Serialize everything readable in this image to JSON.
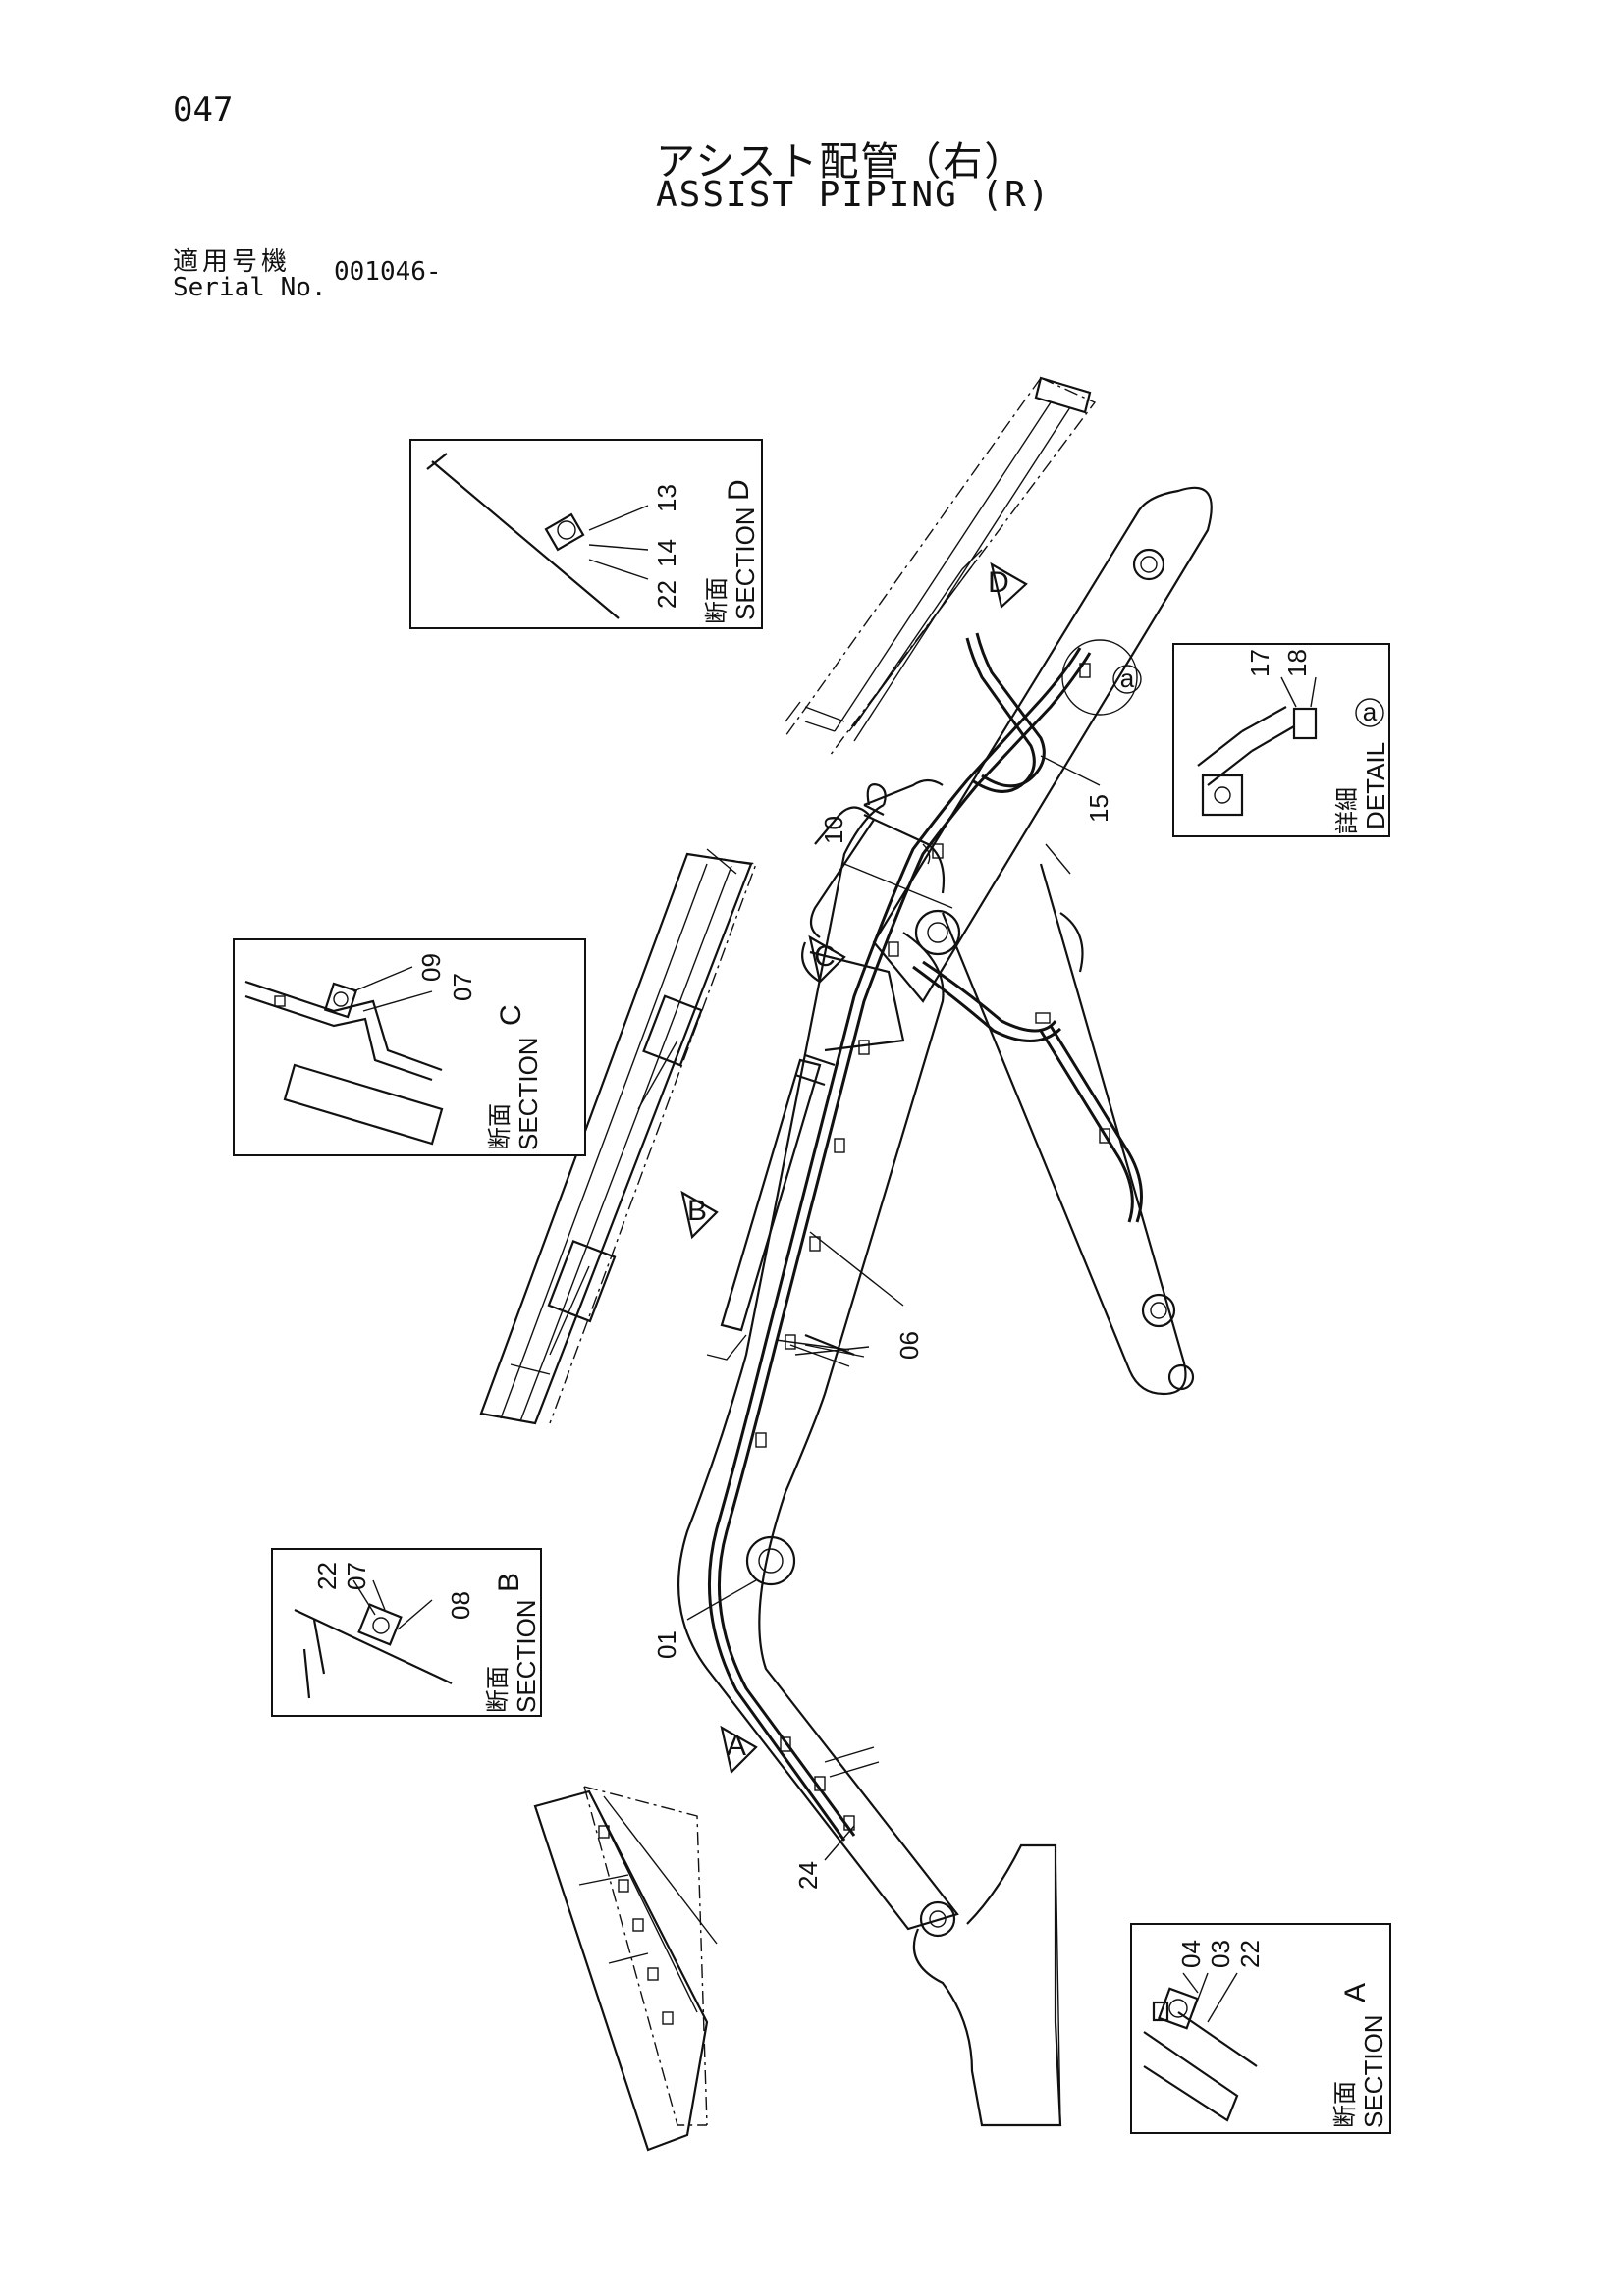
{
  "header": {
    "page_number": "047",
    "title_jp": "アシスト配管（右）",
    "title_en": "ASSIST PIPING (R)",
    "serial_label_jp": "適用号機",
    "serial_label_en": "Serial No.",
    "serial_value": "001046-"
  },
  "sections": {
    "d": {
      "label_jp": "断面",
      "label_en": "SECTION",
      "letter": "D",
      "parts": [
        "13",
        "14",
        "22"
      ]
    },
    "c": {
      "label_jp": "断面",
      "label_en": "SECTION",
      "letter": "C",
      "parts": [
        "09",
        "07"
      ]
    },
    "b": {
      "label_jp": "断面",
      "label_en": "SECTION",
      "letter": "B",
      "parts": [
        "22",
        "07",
        "08"
      ]
    },
    "a": {
      "label_jp": "断面",
      "label_en": "SECTION",
      "letter": "A",
      "parts": [
        "04",
        "03",
        "22"
      ]
    }
  },
  "detail": {
    "label_jp": "詳細",
    "label_en": "DETAIL",
    "mark": "a",
    "parts": [
      "17",
      "18"
    ]
  },
  "main_callouts": [
    "10",
    "15",
    "06",
    "01",
    "24"
  ],
  "view_markers": [
    "D",
    "C",
    "B",
    "A"
  ],
  "detail_marker": "a"
}
